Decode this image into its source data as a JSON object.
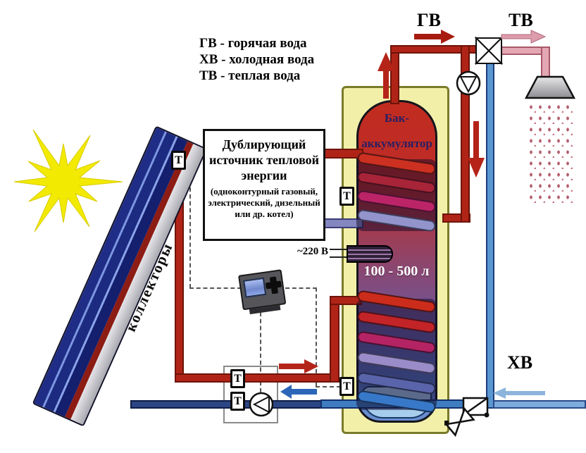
{
  "legend": {
    "lines": [
      "ГВ - горячая вода",
      "ХВ - холодная вода",
      "ТВ - теплая вода"
    ]
  },
  "flow_labels": {
    "hot": "ГВ",
    "warm": "ТВ",
    "cold": "ХВ"
  },
  "collector": {
    "label": "коллекторы"
  },
  "sensor": {
    "label": "Т"
  },
  "backup_source": {
    "title": [
      "Дублирующий",
      "источник тепловой",
      "энергии"
    ],
    "subtitle": [
      "(одноконтурный газовый,",
      "электрический, дизельный",
      "или др. котел)"
    ]
  },
  "tank": {
    "name": [
      "Бак-",
      "аккумулятор"
    ],
    "volume": "100 - 500 л"
  },
  "heater": {
    "voltage_label": "~220 В"
  },
  "colors": {
    "hot_pipe": "#b02418",
    "cold_pipe_dark": "#2c4684",
    "cold_pipe": "#3f7cc0",
    "cold_pipe_light": "#7cacdc",
    "warm_pipe": "#e4a8b4",
    "tank_body": "#f2f0a8",
    "sun": "#f2ea00"
  }
}
